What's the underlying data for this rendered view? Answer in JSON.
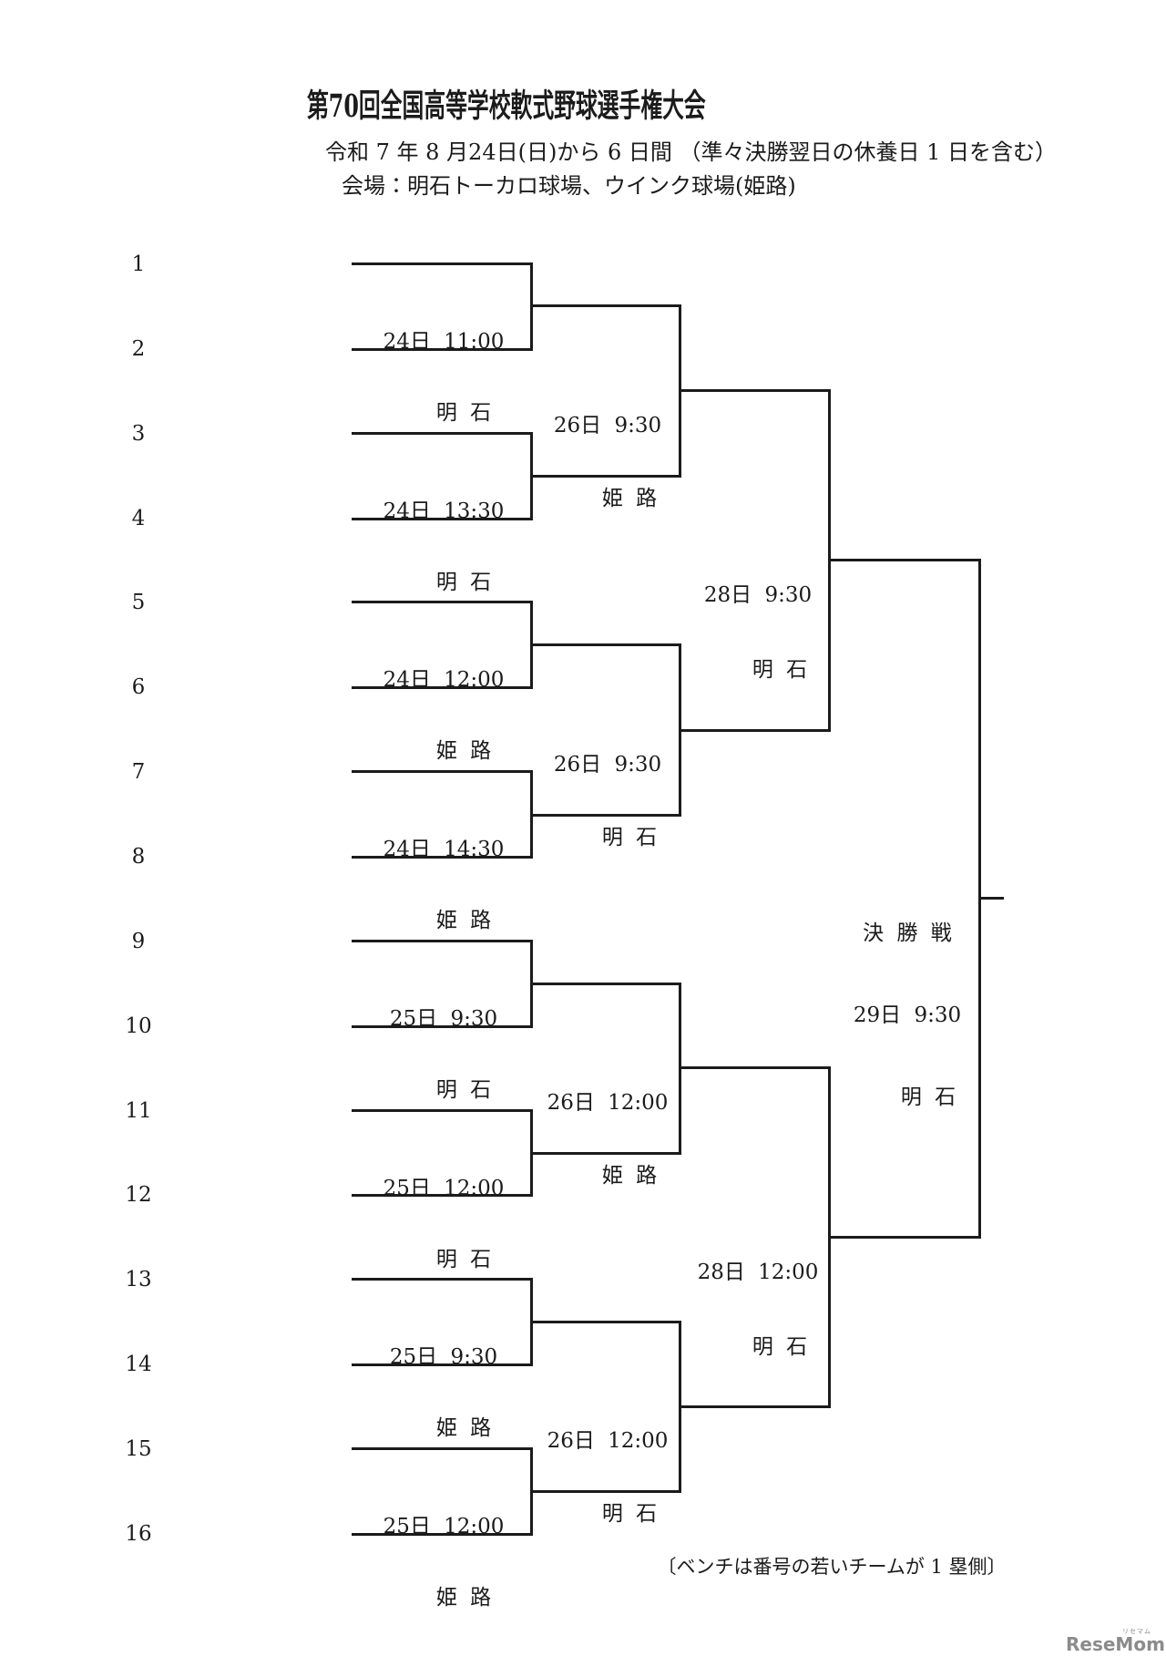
{
  "header": {
    "title": "第70回全国高等学校軟式野球選手権大会",
    "date_line": "令和 7 年 8 月24日(日)から 6 日間 （準々決勝翌日の休養日 1 日を含む）",
    "venue_line": "会場：明石トーカロ球場、ウインク球場(姫路)"
  },
  "seeds": [
    "1",
    "2",
    "3",
    "4",
    "5",
    "6",
    "7",
    "8",
    "9",
    "10",
    "11",
    "12",
    "13",
    "14",
    "15",
    "16"
  ],
  "bracket": {
    "round1": [
      {
        "date": "24日 11:00",
        "venue": "明 石"
      },
      {
        "date": "24日 13:30",
        "venue": "明 石"
      },
      {
        "date": "24日 12:00",
        "venue": "姫 路"
      },
      {
        "date": "24日 14:30",
        "venue": "姫 路"
      },
      {
        "date": "25日 9:30",
        "venue": "明 石"
      },
      {
        "date": "25日 12:00",
        "venue": "明 石"
      },
      {
        "date": "25日 9:30",
        "venue": "姫 路"
      },
      {
        "date": "25日 12:00",
        "venue": "姫 路"
      }
    ],
    "quarterfinals": [
      {
        "date": "26日 9:30",
        "venue": "姫 路"
      },
      {
        "date": "26日 9:30",
        "venue": "明 石"
      },
      {
        "date": "26日 12:00",
        "venue": "姫 路"
      },
      {
        "date": "26日 12:00",
        "venue": "明 石"
      }
    ],
    "semifinals": [
      {
        "date": "28日 9:30",
        "venue": "明 石"
      },
      {
        "date": "28日 12:00",
        "venue": "明 石"
      }
    ],
    "final": {
      "title": "決 勝 戦",
      "date": "29日 9:30",
      "venue": "明 石"
    }
  },
  "footer": {
    "note": "〔ベンチは番号の若いチームが 1 塁側〕",
    "logo_text": "ReseMom.",
    "logo_kana": "リセマム"
  },
  "colors": {
    "line": "#1b1b1b",
    "text": "#1b1b1b",
    "logo": "#8b8b8b",
    "background": "#ffffff"
  }
}
